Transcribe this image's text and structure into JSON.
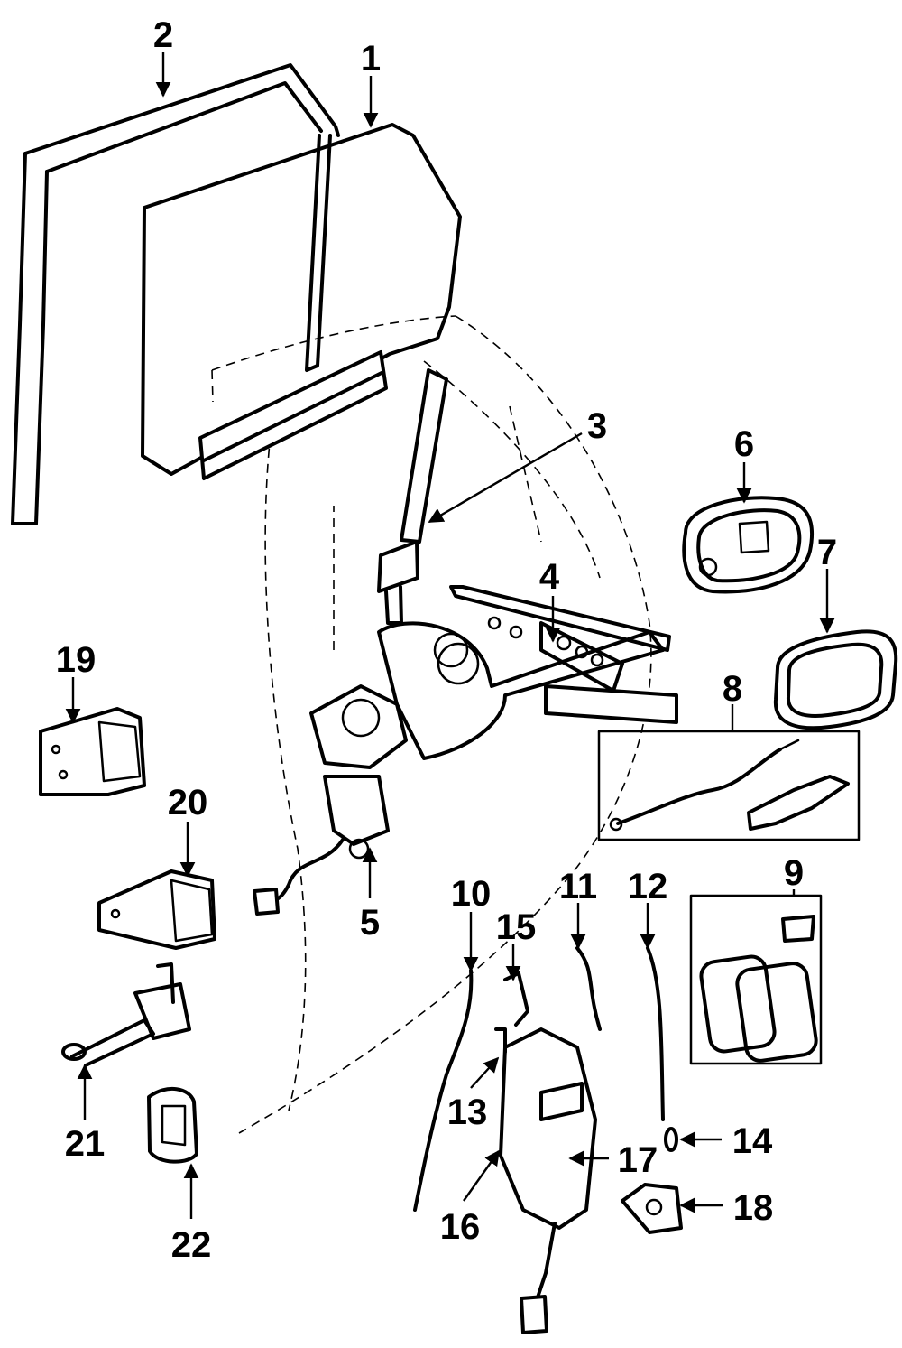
{
  "diagram": {
    "callouts": [
      "1",
      "2",
      "3",
      "4",
      "5",
      "6",
      "7",
      "8",
      "9",
      "10",
      "11",
      "12",
      "13",
      "14",
      "15",
      "16",
      "17",
      "18",
      "19",
      "20",
      "21",
      "22"
    ]
  }
}
